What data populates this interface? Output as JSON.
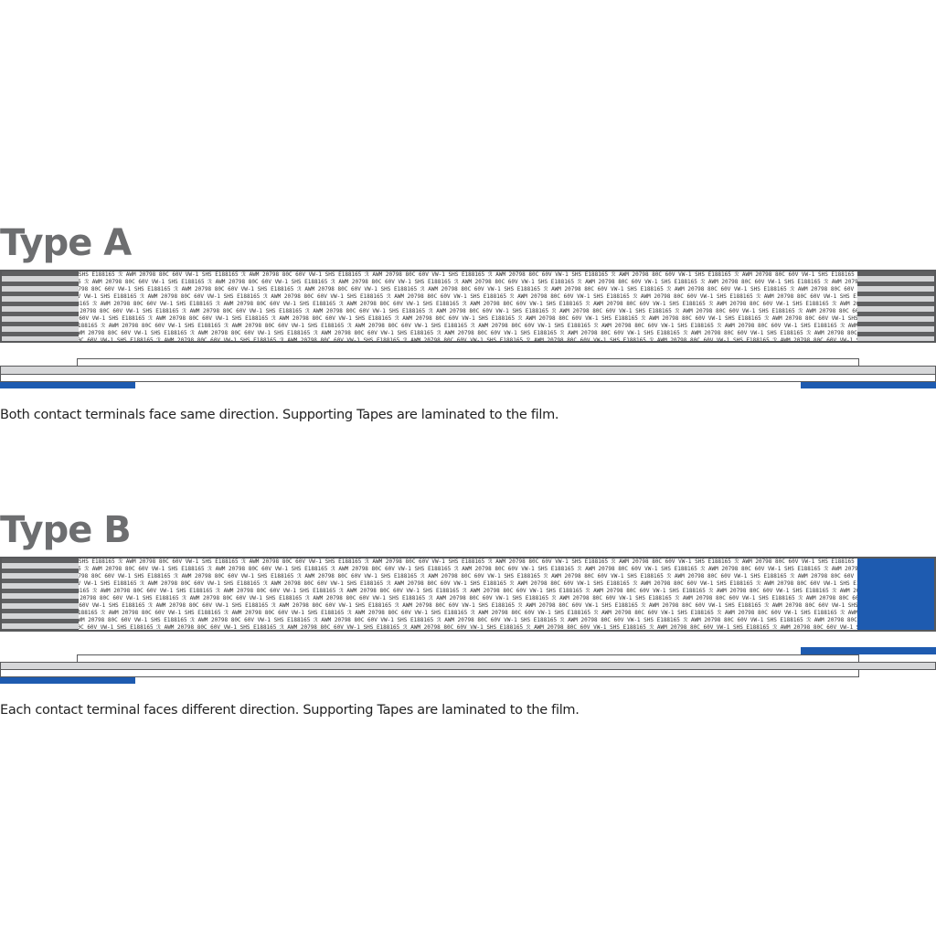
{
  "type_a": {
    "title": "Type A",
    "caption": "Both contact terminals face same direction. Supporting Tapes are laminated to the film."
  },
  "type_b": {
    "title": "Type B",
    "caption": "Each contact terminal faces different direction. Supporting Tapes are laminated to the film."
  },
  "cable_marking": "SHS E188165 ℛ AWM 20798 80C 60V VW-1",
  "colors": {
    "tape_blue": "#1e5bb0",
    "conductor_grey": "#5f6062",
    "title_grey": "#6d6e70"
  }
}
